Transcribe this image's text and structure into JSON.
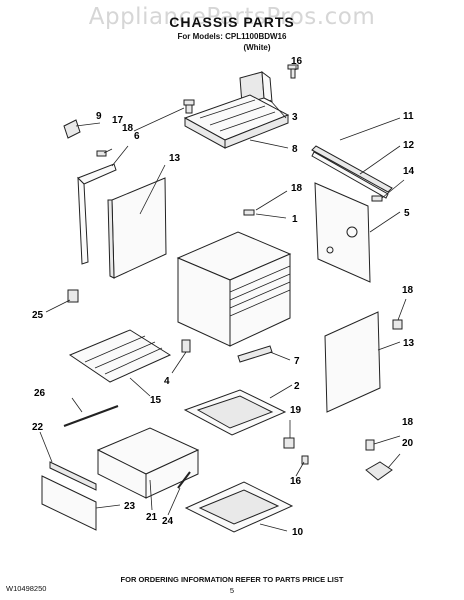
{
  "header": {
    "watermark": "AppliancePartsPros.com",
    "title": "CHASSIS PARTS",
    "models_line": "For Models: CPL1100BDW16",
    "color_line": "(White)"
  },
  "callouts": [
    "16",
    "3",
    "9",
    "17",
    "18",
    "6",
    "13",
    "8",
    "11",
    "12",
    "14",
    "18",
    "5",
    "1",
    "25",
    "18",
    "13",
    "7",
    "4",
    "15",
    "2",
    "26",
    "22",
    "19",
    "18",
    "20",
    "16",
    "23",
    "21",
    "24",
    "10"
  ],
  "footer": {
    "doc_number": "W10498250",
    "ordering_note": "FOR ORDERING INFORMATION REFER TO PARTS PRICE LIST",
    "page_number": "5"
  }
}
